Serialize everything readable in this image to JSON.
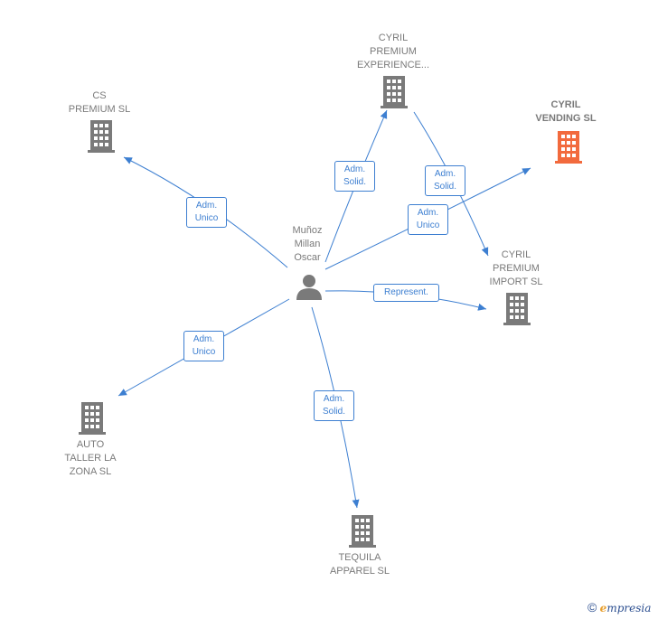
{
  "person": {
    "label": "Muñoz\nMillan\nOscar"
  },
  "companies": {
    "cyril_premium_experience": "CYRIL\nPREMIUM\nEXPERIENCE...",
    "cs_premium": "CS\nPREMIUM  SL",
    "cyril_vending": "CYRIL\nVENDING  SL",
    "cyril_premium_import": "CYRIL\nPREMIUM\nIMPORT  SL",
    "auto_taller": "AUTO\nTALLER LA\nZONA  SL",
    "tequila_apparel": "TEQUILA\nAPPAREL  SL"
  },
  "relations": {
    "adm_solid_1": "Adm.\nSolid.",
    "adm_solid_2": "Adm.\nSolid.",
    "adm_unico_cs": "Adm.\nUnico",
    "adm_unico_vending": "Adm.\nUnico",
    "represent": "Represent.",
    "adm_unico_auto": "Adm.\nUnico",
    "adm_solid_tequila": "Adm.\nSolid."
  },
  "colors": {
    "edge": "#3d7fd1",
    "building": "#7a7a7a",
    "building_highlight": "#f26a3d",
    "person": "#7a7a7a"
  },
  "footer": {
    "copyright": "©",
    "brand_e": "e",
    "brand_rest": "mpresia"
  }
}
